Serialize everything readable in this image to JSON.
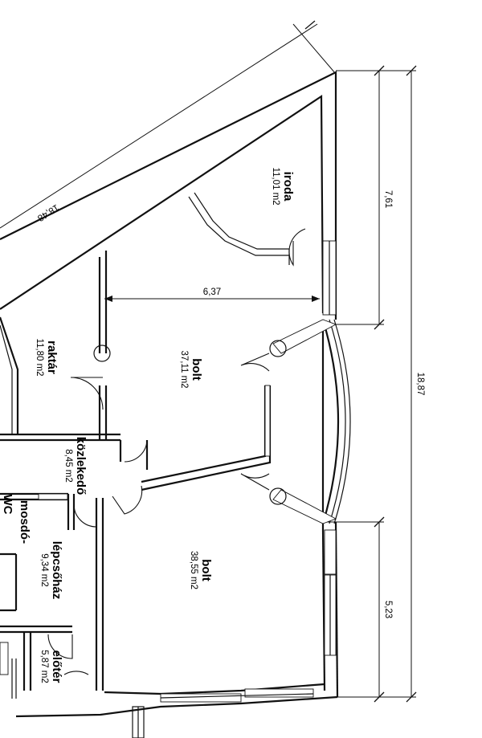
{
  "rooms": {
    "iroda": {
      "name": "iroda",
      "area": "11,01 m2"
    },
    "bolt_upper": {
      "name": "bolt",
      "area": "37,11 m2"
    },
    "raktar": {
      "name": "raktár",
      "area": "11,80 m2"
    },
    "kozlekedo": {
      "name": "közlekedő",
      "area": "8,45 m2"
    },
    "bolt_lower": {
      "name": "bolt",
      "area": "38,55 m2"
    },
    "lepcsohaz": {
      "name": "lépcsőház",
      "area": "9,34 m2"
    },
    "eloter": {
      "name": "előtér",
      "area": "5,87 m2"
    },
    "mosdo": {
      "name": "mosdó-"
    },
    "wc": {
      "name": "WC"
    }
  },
  "dimensions": {
    "diagonal": "18,48",
    "width_bolt": "6,37",
    "right_upper": "7,61",
    "right_total": "18,87",
    "right_lower": "5,23"
  }
}
